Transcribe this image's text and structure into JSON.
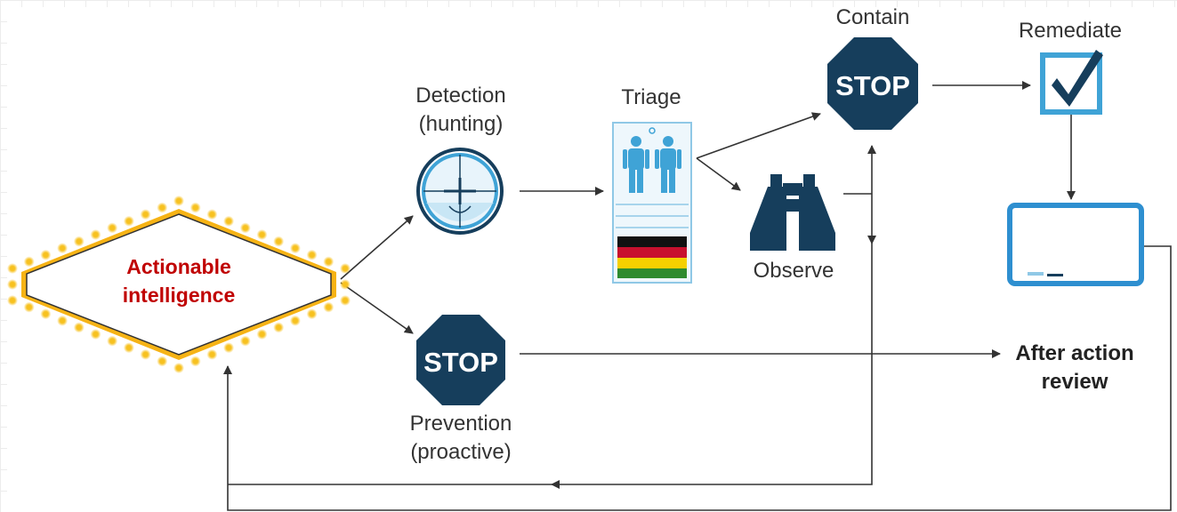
{
  "nodes": {
    "actionable": {
      "line1": "Actionable",
      "line2": "intelligence"
    },
    "detection": {
      "line1": "Detection",
      "line2": "(hunting)"
    },
    "prevention": {
      "line1": "Prevention",
      "line2": "(proactive)",
      "sign_text": "STOP"
    },
    "triage": {
      "label": "Triage"
    },
    "observe": {
      "label": "Observe"
    },
    "contain": {
      "label": "Contain",
      "sign_text": "STOP"
    },
    "remediate": {
      "label": "Remediate"
    },
    "review": {
      "line1": "After action",
      "line2": "review"
    }
  },
  "icons": {
    "actionable": "vegas-sign-icon",
    "detection": "crosshair-scope-icon",
    "prevention": "stop-sign-icon",
    "triage": "triage-board-icon",
    "observe": "binoculars-icon",
    "contain": "stop-sign-icon",
    "remediate": "checkbox-icon",
    "review": "whiteboard-icon"
  },
  "colors": {
    "navy": "#163e5c",
    "light_blue": "#3fa3d6",
    "accent_red": "#c00000",
    "bulb_yellow": "#f7c11f",
    "arrow": "#333333"
  }
}
